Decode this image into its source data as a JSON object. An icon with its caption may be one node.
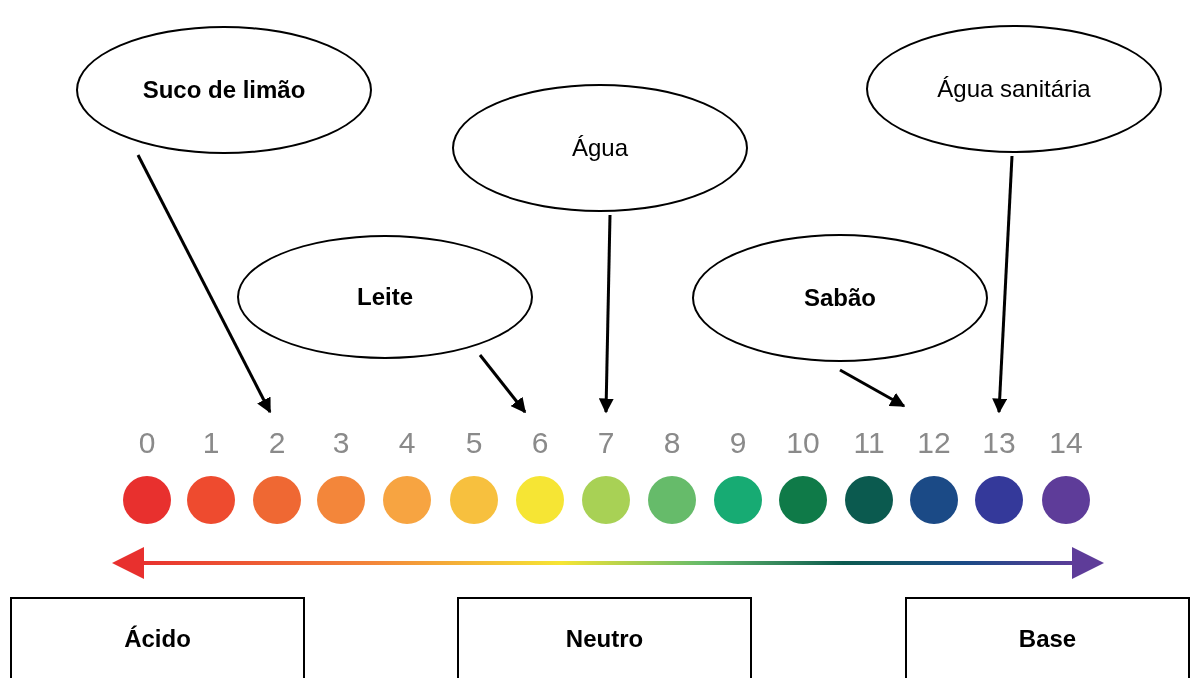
{
  "diagram": {
    "nodes": [
      {
        "text": [
          "Suco de limão"
        ]
      },
      {
        "text": [
          "Leite"
        ]
      },
      {
        "text": [
          "Água"
        ]
      },
      {
        "text": [
          "Sabão"
        ]
      },
      {
        "text": [
          "Água sanitária"
        ]
      },
      {
        "text": [
          "0"
        ]
      },
      {
        "text": [
          "1"
        ]
      },
      {
        "text": [
          "2"
        ]
      },
      {
        "text": [
          "3"
        ]
      },
      {
        "text": [
          "4"
        ]
      },
      {
        "text": [
          "5"
        ]
      },
      {
        "text": [
          "6"
        ]
      },
      {
        "text": [
          "7"
        ]
      },
      {
        "text": [
          "8"
        ]
      },
      {
        "text": [
          "9"
        ]
      },
      {
        "text": [
          "10"
        ]
      },
      {
        "text": [
          "11"
        ]
      },
      {
        "text": [
          "12"
        ]
      },
      {
        "text": [
          "13"
        ]
      },
      {
        "text": [
          "14"
        ]
      },
      {
        "text": [
          "Ácido"
        ]
      },
      {
        "text": [
          "Neutro"
        ]
      },
      {
        "text": [
          "Base"
        ]
      }
    ],
    "edges": [
      {
        "from": 0,
        "to": 7,
        "arrow": "to"
      },
      {
        "from": 1,
        "to": 11,
        "arrow": "to"
      },
      {
        "from": 2,
        "to": 12,
        "arrow": "to"
      },
      {
        "from": 3,
        "to": 17,
        "arrow": "to"
      },
      {
        "from": 4,
        "to": 18,
        "arrow": "to"
      }
    ]
  }
}
